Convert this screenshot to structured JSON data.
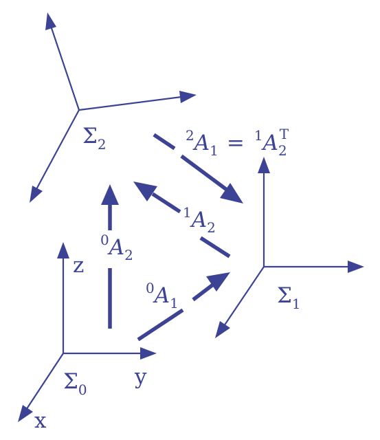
{
  "diagram": {
    "stroke_color": "#3c4294",
    "frames": {
      "sigma0": {
        "symbol": "Σ",
        "index": "0",
        "axis_x": "x",
        "axis_y": "y",
        "axis_z": "z"
      },
      "sigma1": {
        "symbol": "Σ",
        "index": "1"
      },
      "sigma2": {
        "symbol": "Σ",
        "index": "2"
      }
    },
    "transforms": {
      "a01": {
        "pre": "0",
        "base": "A",
        "sub": "1"
      },
      "a02": {
        "pre": "0",
        "base": "A",
        "sub": "2"
      },
      "a12": {
        "pre": "1",
        "base": "A",
        "sub": "2"
      },
      "a21": {
        "pre": "2",
        "base": "A",
        "sub": "1",
        "equals": "=",
        "rhs_pre": "1",
        "rhs_base": "A",
        "rhs_sub": "2",
        "rhs_sup": "T"
      }
    }
  }
}
